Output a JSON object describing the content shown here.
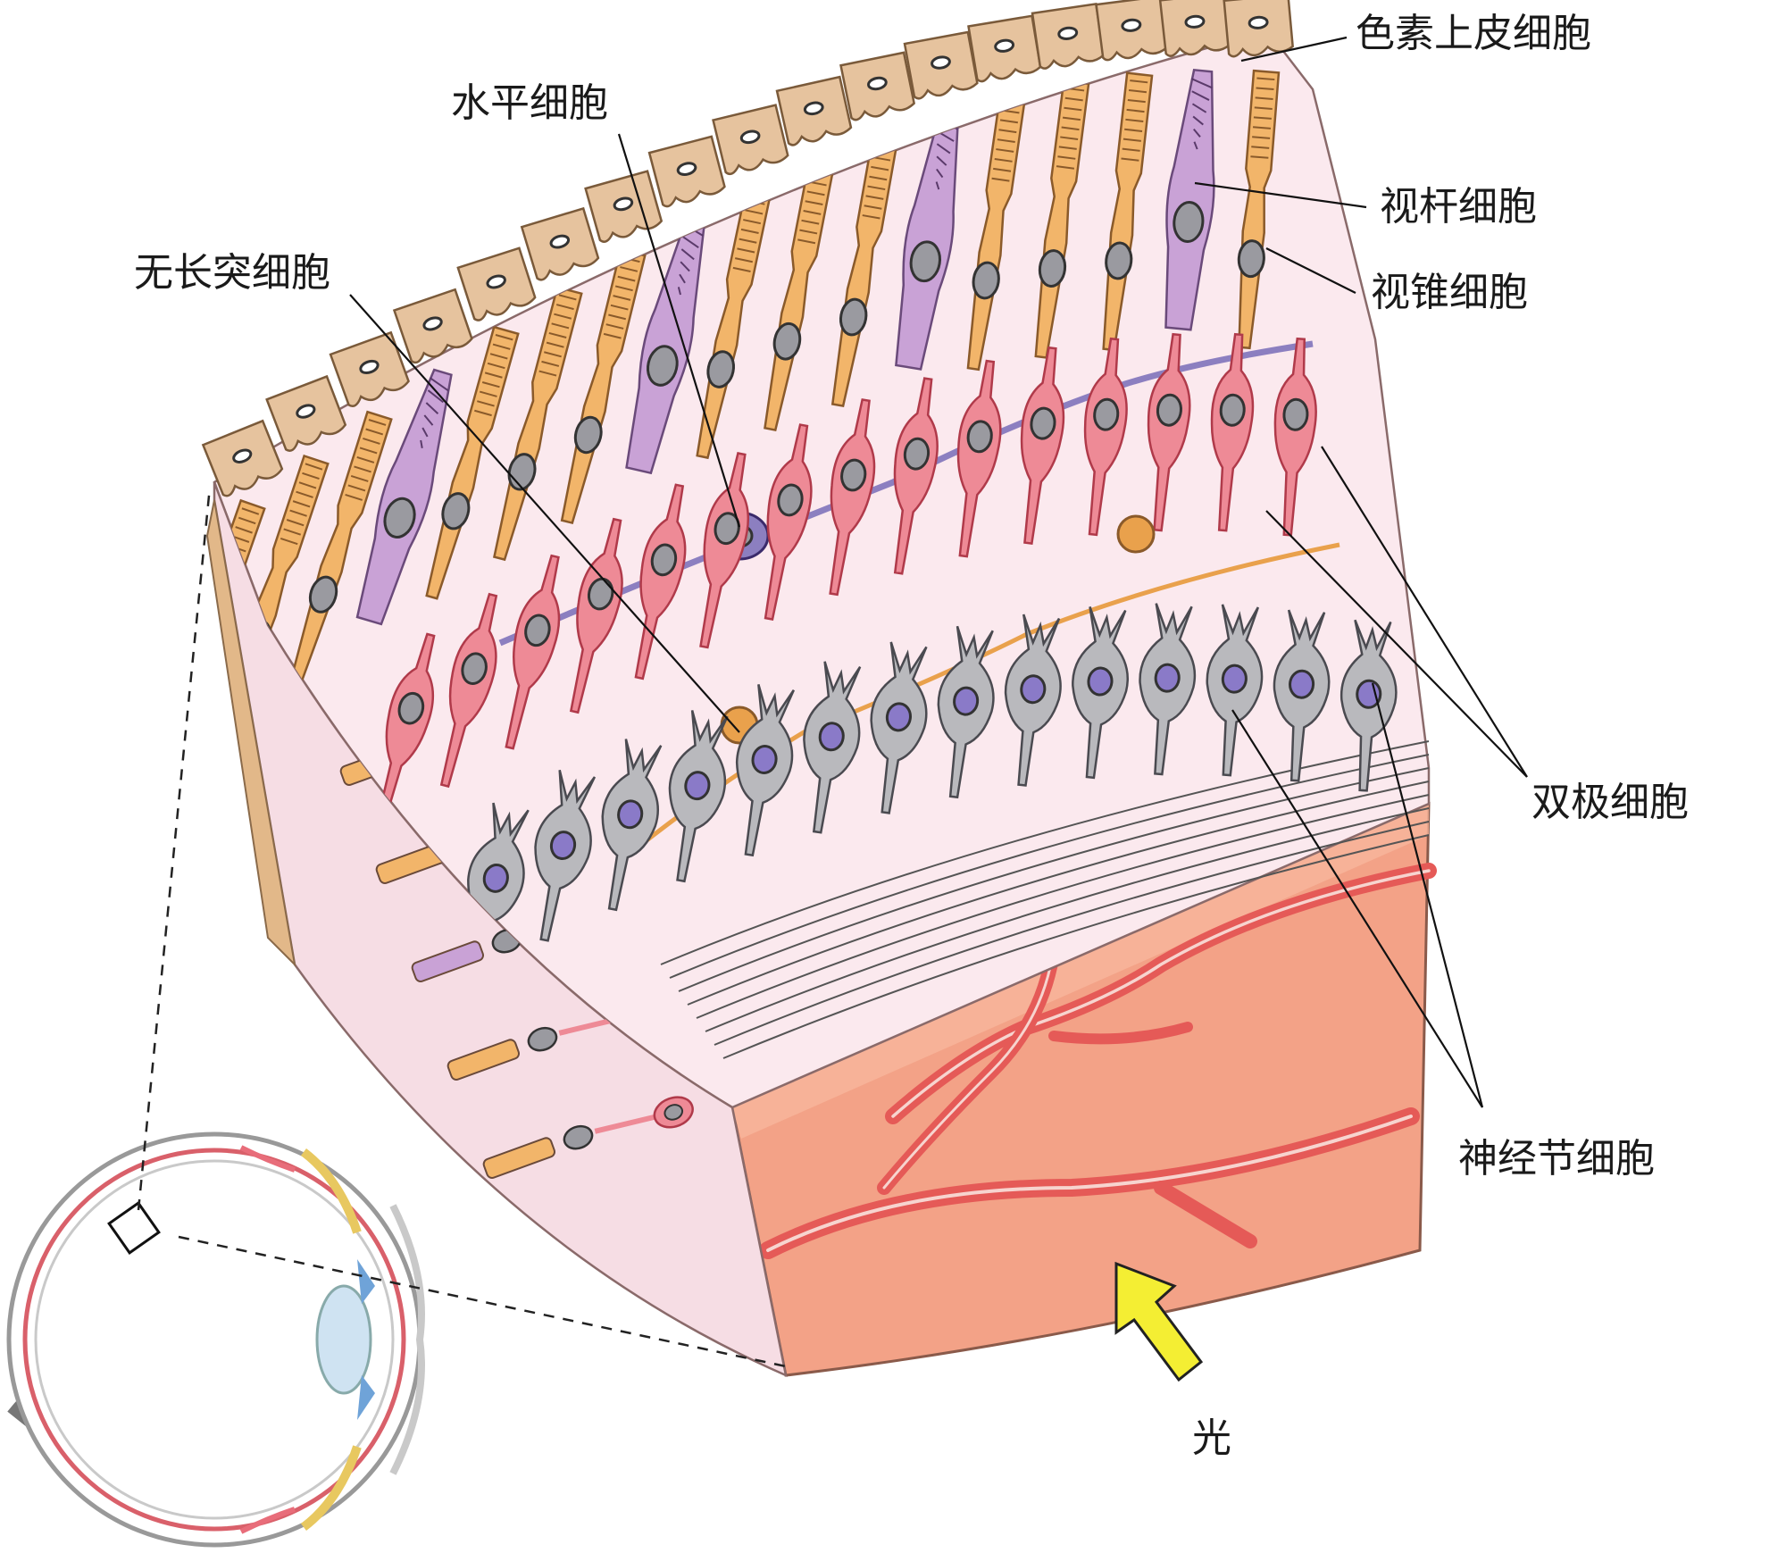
{
  "labels": {
    "pigment_epithelium": "色素上皮细胞",
    "horizontal_cell": "水平细胞",
    "rod_cell": "视杆细胞",
    "amacrine_cell": "无长突细胞",
    "cone_cell": "视锥细胞",
    "bipolar_cell": "双极细胞",
    "ganglion_cell": "神经节细胞",
    "light": "光"
  },
  "colors": {
    "pigment": "#e6c39e",
    "rod": "#f2b56a",
    "cone": "#c9a2d6",
    "bipolar": "#ee8a96",
    "ganglion": "#b9b9bd",
    "horizontal": "#8c7fc0",
    "amacrine": "#e9a14c",
    "tissue_bg": "#fbe9ee",
    "base_layer": "#f3a287",
    "vessel": "#e55a57",
    "arrow": "#f4ee33"
  }
}
